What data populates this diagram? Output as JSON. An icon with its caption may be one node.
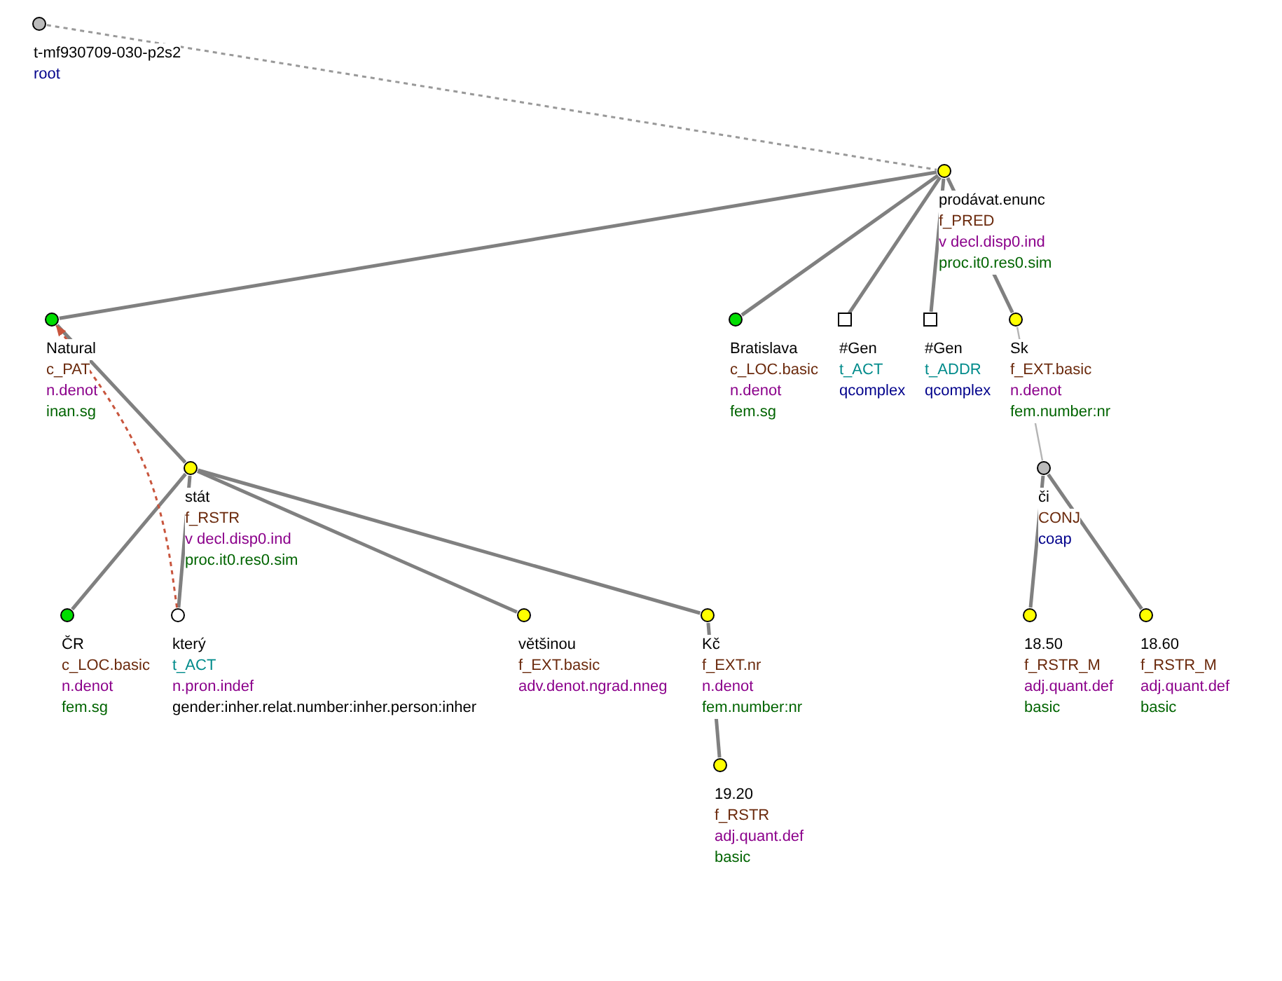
{
  "diagram": {
    "nodes": [
      {
        "text": [
          "t-mf930709-030-p2s2",
          "root"
        ]
      },
      {
        "text": [
          "prodávat.enunc",
          "f_PRED",
          "v decl.disp0.ind",
          "proc.it0.res0.sim"
        ]
      },
      {
        "text": [
          "Natural",
          "c_PAT",
          "n.denot",
          "inan.sg"
        ]
      },
      {
        "text": [
          "Bratislava",
          "c_LOC.basic",
          "n.denot",
          "fem.sg"
        ]
      },
      {
        "text": [
          "#Gen",
          "t_ACT",
          "qcomplex"
        ]
      },
      {
        "text": [
          "#Gen",
          "t_ADDR",
          "qcomplex"
        ]
      },
      {
        "text": [
          "Sk",
          "f_EXT.basic",
          "n.denot",
          "fem.number:nr"
        ]
      },
      {
        "text": [
          "stát",
          "f_RSTR",
          "v decl.disp0.ind",
          "proc.it0.res0.sim"
        ]
      },
      {
        "text": [
          "či",
          "CONJ",
          "coap"
        ]
      },
      {
        "text": [
          "ČR",
          "c_LOC.basic",
          "n.denot",
          "fem.sg"
        ]
      },
      {
        "text": [
          "který",
          "t_ACT",
          "n.pron.indef",
          "gender:inher.relat.number:inher.person:inher"
        ]
      },
      {
        "text": [
          "většinou",
          "f_EXT.basic",
          "adv.denot.ngrad.nneg"
        ]
      },
      {
        "text": [
          "Kč",
          "f_EXT.nr",
          "n.denot",
          "fem.number:nr"
        ]
      },
      {
        "text": [
          "18.50",
          "f_RSTR_M",
          "adj.quant.def",
          "basic"
        ]
      },
      {
        "text": [
          "18.60",
          "f_RSTR_M",
          "adj.quant.def",
          "basic"
        ]
      },
      {
        "text": [
          "19.20",
          "f_RSTR",
          "adj.quant.def",
          "basic"
        ]
      }
    ],
    "edges": [
      {
        "from": 0,
        "to": 1,
        "arrow": "none",
        "style": "dashed",
        "color": "#999999"
      },
      {
        "from": 1,
        "to": 2,
        "arrow": "none"
      },
      {
        "from": 1,
        "to": 3,
        "arrow": "none"
      },
      {
        "from": 1,
        "to": 4,
        "arrow": "none"
      },
      {
        "from": 1,
        "to": 5,
        "arrow": "none"
      },
      {
        "from": 1,
        "to": 6,
        "arrow": "none"
      },
      {
        "from": 2,
        "to": 7,
        "arrow": "none"
      },
      {
        "from": 6,
        "to": 8,
        "arrow": "none",
        "color": "#b4b4b4"
      },
      {
        "from": 7,
        "to": 9,
        "arrow": "none"
      },
      {
        "from": 7,
        "to": 10,
        "arrow": "none"
      },
      {
        "from": 7,
        "to": 11,
        "arrow": "none"
      },
      {
        "from": 7,
        "to": 12,
        "arrow": "none"
      },
      {
        "from": 8,
        "to": 13,
        "arrow": "none"
      },
      {
        "from": 8,
        "to": 14,
        "arrow": "none"
      },
      {
        "from": 12,
        "to": 15,
        "arrow": "none"
      },
      {
        "from": 10,
        "to": 2,
        "arrow": "to",
        "style": "dashed",
        "color": "#c8553d"
      }
    ]
  }
}
